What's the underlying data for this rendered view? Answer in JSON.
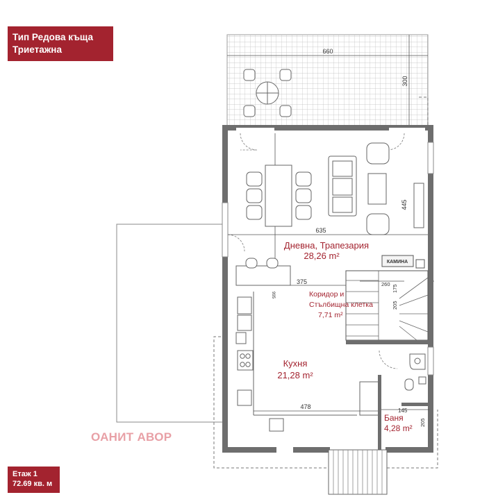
{
  "header": {
    "title_line1": "Тип Редова къща",
    "title_line2": "Триетажна"
  },
  "footer": {
    "floor": "Етаж 1",
    "area": "72.69 кв. м"
  },
  "watermark": "ОАНИТ АВОР",
  "rooms": {
    "living": {
      "name": "Дневна, Трапезария",
      "area": "28,26 m²"
    },
    "corridor": {
      "name_line1": "Коридор и",
      "name_line2": "Стълбищна клетка",
      "area": "7,71 m²"
    },
    "kitchen": {
      "name": "Кухня",
      "area": "21,28 m²"
    },
    "bath": {
      "name": "Баня",
      "area": "4,28 m²"
    }
  },
  "labels": {
    "fireplace": "КАМИНА"
  },
  "dimensions": {
    "terrace_width": "660",
    "terrace_depth": "300",
    "living_width": "635",
    "living_depth": "445",
    "kitchen_counter": "375",
    "counter_depth": "995",
    "stair_a": "260",
    "stair_b": "205",
    "stair_c": "175",
    "kitchen_width": "478",
    "bath_width": "145",
    "bath_depth": "205"
  },
  "colors": {
    "accent": "#a3232f",
    "wall": "#6e6e6e",
    "line": "#555555",
    "terrace_grid": "#bdbdbd"
  }
}
